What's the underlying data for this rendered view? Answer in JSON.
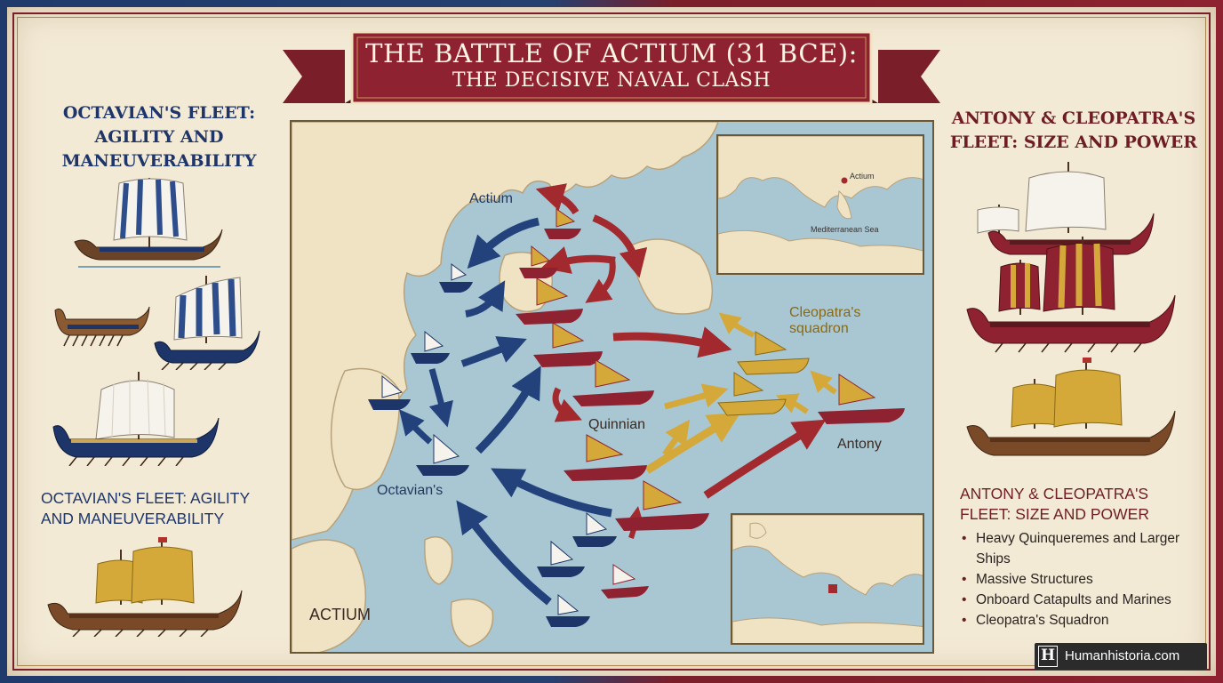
{
  "banner": {
    "title_line1": "THE BATTLE OF ACTIUM (31 BCE):",
    "title_line2": "THE DECISIVE NAVAL CLASH"
  },
  "left_panel": {
    "title_lines": [
      "OCTAVIAN'S FLEET:",
      "AGILITY AND",
      "MANEUVERABILITY"
    ],
    "subtitle_lines": [
      "OCTAVIAN'S FLEET: AGILITY",
      "AND MANEUVERABILITY"
    ]
  },
  "right_panel": {
    "title_lines": [
      "ANTONY & CLEOPATRA'S",
      "FLEET: SIZE AND POWER"
    ],
    "subtitle_lines": [
      "ANTONY & CLEOPATRA'S",
      "FLEET: SIZE AND POWER"
    ],
    "bullets": [
      "Heavy Quinqueremes and Larger Ships",
      "Massive Structures",
      "Onboard Catapults and Marines",
      "Cleopatra's Squadron"
    ]
  },
  "map": {
    "labels": {
      "actium_top": "Actium",
      "cleopatra_line1": "Cleopatra's",
      "cleopatra_line2": "squadron",
      "quinnian": "Quinnian",
      "antony": "Antony",
      "octavians": "Octavian's",
      "actium_bottom": "ACTIUM"
    },
    "inset_top": {
      "actium": "Actium",
      "sea": "Mediterranean Sea"
    }
  },
  "brand": {
    "logo_letter": "H",
    "name": "Humanhistoria.com"
  },
  "colors": {
    "octavian_blue": "#1e3569",
    "antony_red": "#8e2230",
    "cleopatra_gold": "#d4a93a",
    "parchment": "#f3ead6",
    "sea": "#a9c6d3",
    "land": "#efe3c4"
  }
}
